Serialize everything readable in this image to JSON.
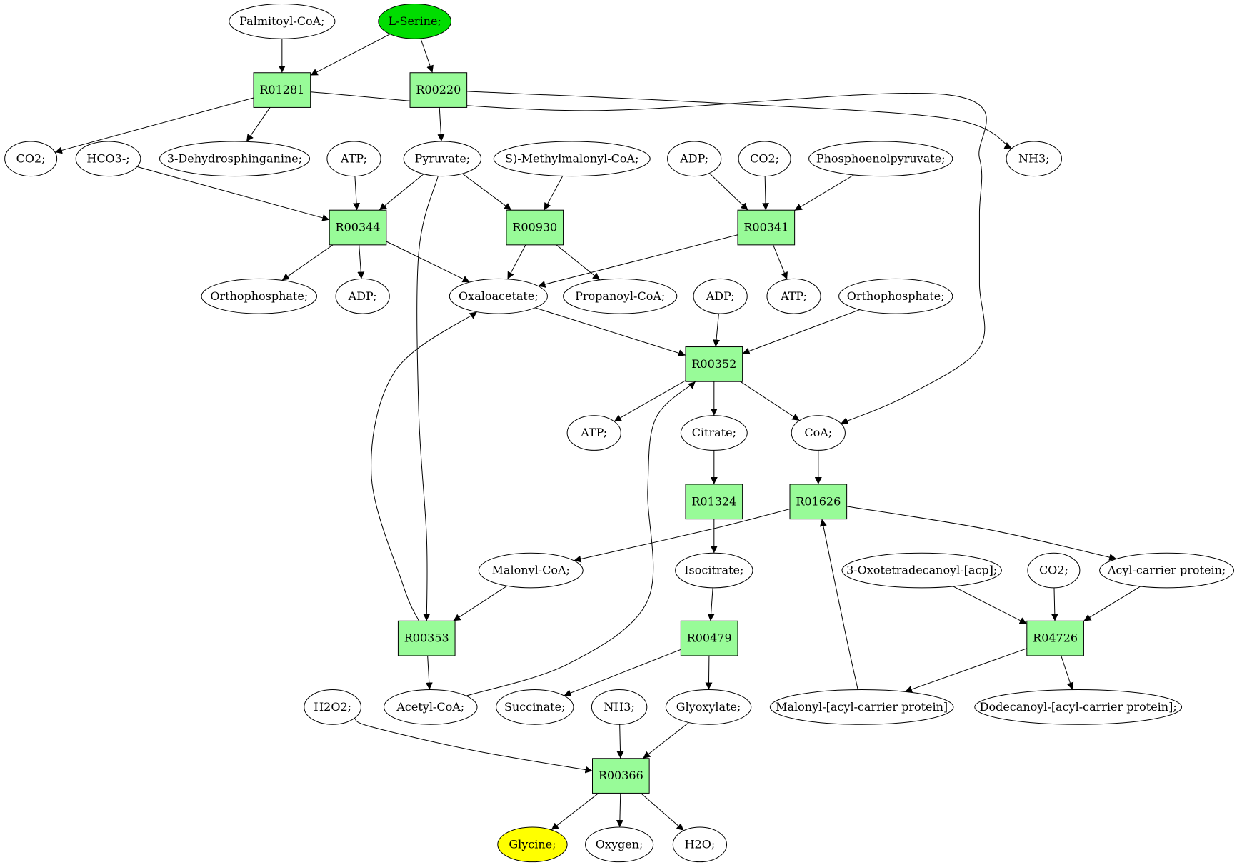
{
  "colors": {
    "reaction": "#98fb98",
    "metabolite": "#ffffff",
    "start": "#00dd00",
    "target": "#ffff00"
  },
  "nodes": {
    "palmitoyl": {
      "label": "Palmitoyl-CoA;",
      "kind": "metabolite"
    },
    "lserine": {
      "label": "L-Serine;",
      "kind": "start"
    },
    "R01281": {
      "label": "R01281",
      "kind": "reaction"
    },
    "R00220": {
      "label": "R00220",
      "kind": "reaction"
    },
    "co2_a": {
      "label": "CO2;",
      "kind": "metabolite"
    },
    "hco3": {
      "label": "HCO3-;",
      "kind": "metabolite"
    },
    "dehydro": {
      "label": "3-Dehydrosphinganine;",
      "kind": "metabolite"
    },
    "atp_a": {
      "label": "ATP;",
      "kind": "metabolite"
    },
    "pyruvate": {
      "label": "Pyruvate;",
      "kind": "metabolite"
    },
    "smethyl": {
      "label": "S)-Methylmalonyl-CoA;",
      "kind": "metabolite"
    },
    "adp_a": {
      "label": "ADP;",
      "kind": "metabolite"
    },
    "co2_b": {
      "label": "CO2;",
      "kind": "metabolite"
    },
    "pep": {
      "label": "Phosphoenolpyruvate;",
      "kind": "metabolite"
    },
    "nh3_a": {
      "label": "NH3;",
      "kind": "metabolite"
    },
    "R00344": {
      "label": "R00344",
      "kind": "reaction"
    },
    "R00930": {
      "label": "R00930",
      "kind": "reaction"
    },
    "R00341": {
      "label": "R00341",
      "kind": "reaction"
    },
    "ortho_a": {
      "label": "Orthophosphate;",
      "kind": "metabolite"
    },
    "adp_b": {
      "label": "ADP;",
      "kind": "metabolite"
    },
    "oxalo": {
      "label": "Oxaloacetate;",
      "kind": "metabolite"
    },
    "propanoyl": {
      "label": "Propanoyl-CoA;",
      "kind": "metabolite"
    },
    "adp_c": {
      "label": "ADP;",
      "kind": "metabolite"
    },
    "atp_b": {
      "label": "ATP;",
      "kind": "metabolite"
    },
    "ortho_b": {
      "label": "Orthophosphate;",
      "kind": "metabolite"
    },
    "R00352": {
      "label": "R00352",
      "kind": "reaction"
    },
    "atp_c": {
      "label": "ATP;",
      "kind": "metabolite"
    },
    "citrate": {
      "label": "Citrate;",
      "kind": "metabolite"
    },
    "coa": {
      "label": "CoA;",
      "kind": "metabolite"
    },
    "R01324": {
      "label": "R01324",
      "kind": "reaction"
    },
    "R01626": {
      "label": "R01626",
      "kind": "reaction"
    },
    "malonylcoa": {
      "label": "Malonyl-CoA;",
      "kind": "metabolite"
    },
    "isocitrate": {
      "label": "Isocitrate;",
      "kind": "metabolite"
    },
    "oxotetra": {
      "label": "3-Oxotetradecanoyl-[acp];",
      "kind": "metabolite"
    },
    "co2_c": {
      "label": "CO2;",
      "kind": "metabolite"
    },
    "acp": {
      "label": "Acyl-carrier protein;",
      "kind": "metabolite"
    },
    "R00353": {
      "label": "R00353",
      "kind": "reaction"
    },
    "R00479": {
      "label": "R00479",
      "kind": "reaction"
    },
    "R04726": {
      "label": "R04726",
      "kind": "reaction"
    },
    "h2o2": {
      "label": "H2O2;",
      "kind": "metabolite"
    },
    "acetylcoa": {
      "label": "Acetyl-CoA;",
      "kind": "metabolite"
    },
    "succinate": {
      "label": "Succinate;",
      "kind": "metabolite"
    },
    "nh3_b": {
      "label": "NH3;",
      "kind": "metabolite"
    },
    "glyoxylate": {
      "label": "Glyoxylate;",
      "kind": "metabolite"
    },
    "malonylacp": {
      "label": "Malonyl-[acyl-carrier protein]",
      "kind": "metabolite"
    },
    "dodecanoyl": {
      "label": "Dodecanoyl-[acyl-carrier protein];",
      "kind": "metabolite"
    },
    "R00366": {
      "label": "R00366",
      "kind": "reaction"
    },
    "glycine": {
      "label": "Glycine;",
      "kind": "target"
    },
    "oxygen": {
      "label": "Oxygen;",
      "kind": "metabolite"
    },
    "h2o": {
      "label": "H2O;",
      "kind": "metabolite"
    }
  },
  "edges": [
    {
      "from": "palmitoyl",
      "to": "R01281"
    },
    {
      "from": "lserine",
      "to": "R01281"
    },
    {
      "from": "lserine",
      "to": "R00220"
    },
    {
      "from": "R01281",
      "to": "co2_a"
    },
    {
      "from": "R01281",
      "to": "dehydro"
    },
    {
      "from": "R01281",
      "to": "coa"
    },
    {
      "from": "R00220",
      "to": "pyruvate"
    },
    {
      "from": "R00220",
      "to": "nh3_a"
    },
    {
      "from": "hco3",
      "to": "R00344"
    },
    {
      "from": "atp_a",
      "to": "R00344"
    },
    {
      "from": "pyruvate",
      "to": "R00344"
    },
    {
      "from": "pyruvate",
      "to": "R00930"
    },
    {
      "from": "pyruvate",
      "to": "R00353"
    },
    {
      "from": "smethyl",
      "to": "R00930"
    },
    {
      "from": "adp_a",
      "to": "R00341"
    },
    {
      "from": "co2_b",
      "to": "R00341"
    },
    {
      "from": "pep",
      "to": "R00341"
    },
    {
      "from": "R00344",
      "to": "ortho_a"
    },
    {
      "from": "R00344",
      "to": "adp_b"
    },
    {
      "from": "R00344",
      "to": "oxalo"
    },
    {
      "from": "R00930",
      "to": "oxalo"
    },
    {
      "from": "R00930",
      "to": "propanoyl"
    },
    {
      "from": "R00341",
      "to": "oxalo"
    },
    {
      "from": "R00341",
      "to": "atp_b"
    },
    {
      "from": "oxalo",
      "to": "R00352"
    },
    {
      "from": "adp_c",
      "to": "R00352"
    },
    {
      "from": "ortho_b",
      "to": "R00352"
    },
    {
      "from": "R00352",
      "to": "atp_c"
    },
    {
      "from": "R00352",
      "to": "citrate"
    },
    {
      "from": "R00352",
      "to": "coa"
    },
    {
      "from": "citrate",
      "to": "R01324"
    },
    {
      "from": "coa",
      "to": "R01626"
    },
    {
      "from": "R01324",
      "to": "isocitrate"
    },
    {
      "from": "R01626",
      "to": "malonylcoa"
    },
    {
      "from": "R01626",
      "to": "acp"
    },
    {
      "from": "malonylcoa",
      "to": "R00353"
    },
    {
      "from": "isocitrate",
      "to": "R00479"
    },
    {
      "from": "oxotetra",
      "to": "R04726"
    },
    {
      "from": "co2_c",
      "to": "R04726"
    },
    {
      "from": "acp",
      "to": "R04726"
    },
    {
      "from": "R00353",
      "to": "acetylcoa"
    },
    {
      "from": "R00353",
      "to": "oxalo"
    },
    {
      "from": "acetylcoa",
      "to": "R00352"
    },
    {
      "from": "R00479",
      "to": "succinate"
    },
    {
      "from": "R00479",
      "to": "glyoxylate"
    },
    {
      "from": "R04726",
      "to": "malonylacp"
    },
    {
      "from": "R04726",
      "to": "dodecanoyl"
    },
    {
      "from": "malonylacp",
      "to": "R01626"
    },
    {
      "from": "h2o2",
      "to": "R00366"
    },
    {
      "from": "nh3_b",
      "to": "R00366"
    },
    {
      "from": "glyoxylate",
      "to": "R00366"
    },
    {
      "from": "R00366",
      "to": "glycine"
    },
    {
      "from": "R00366",
      "to": "oxygen"
    },
    {
      "from": "R00366",
      "to": "h2o"
    }
  ]
}
